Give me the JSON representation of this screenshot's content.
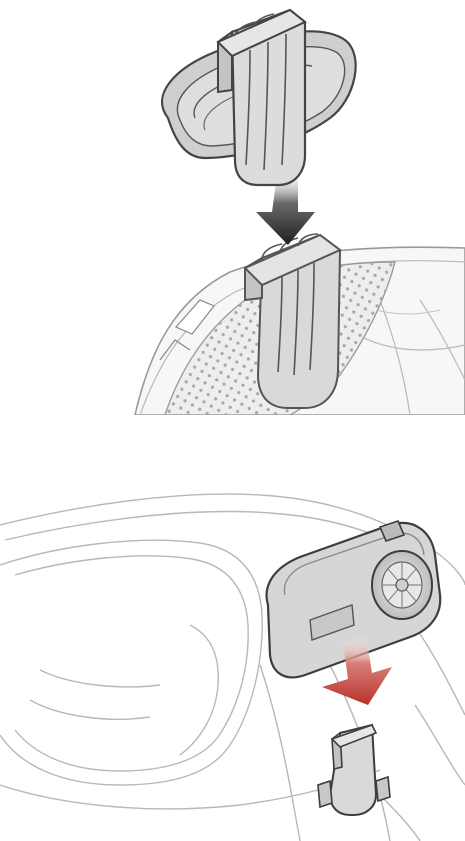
{
  "figure": {
    "panels": [
      {
        "id": "step-1",
        "description_icon": "clip-mount-attach"
      },
      {
        "id": "step-2",
        "description_icon": "headset-mount-attach"
      }
    ]
  },
  "colors": {
    "line": "#555555",
    "line_light": "#b8b8b8",
    "clip_fill": "#dcdcdc",
    "clip_shade": "#c4c4c4",
    "helmet_fill": "#f7f7f7",
    "liner_fill": "#eeeeee",
    "dots": "#a8a8a8",
    "arrow_dark": "#2a2a2a",
    "arrow_red": "#b8322a",
    "device_fill": "#d6d6d6"
  }
}
